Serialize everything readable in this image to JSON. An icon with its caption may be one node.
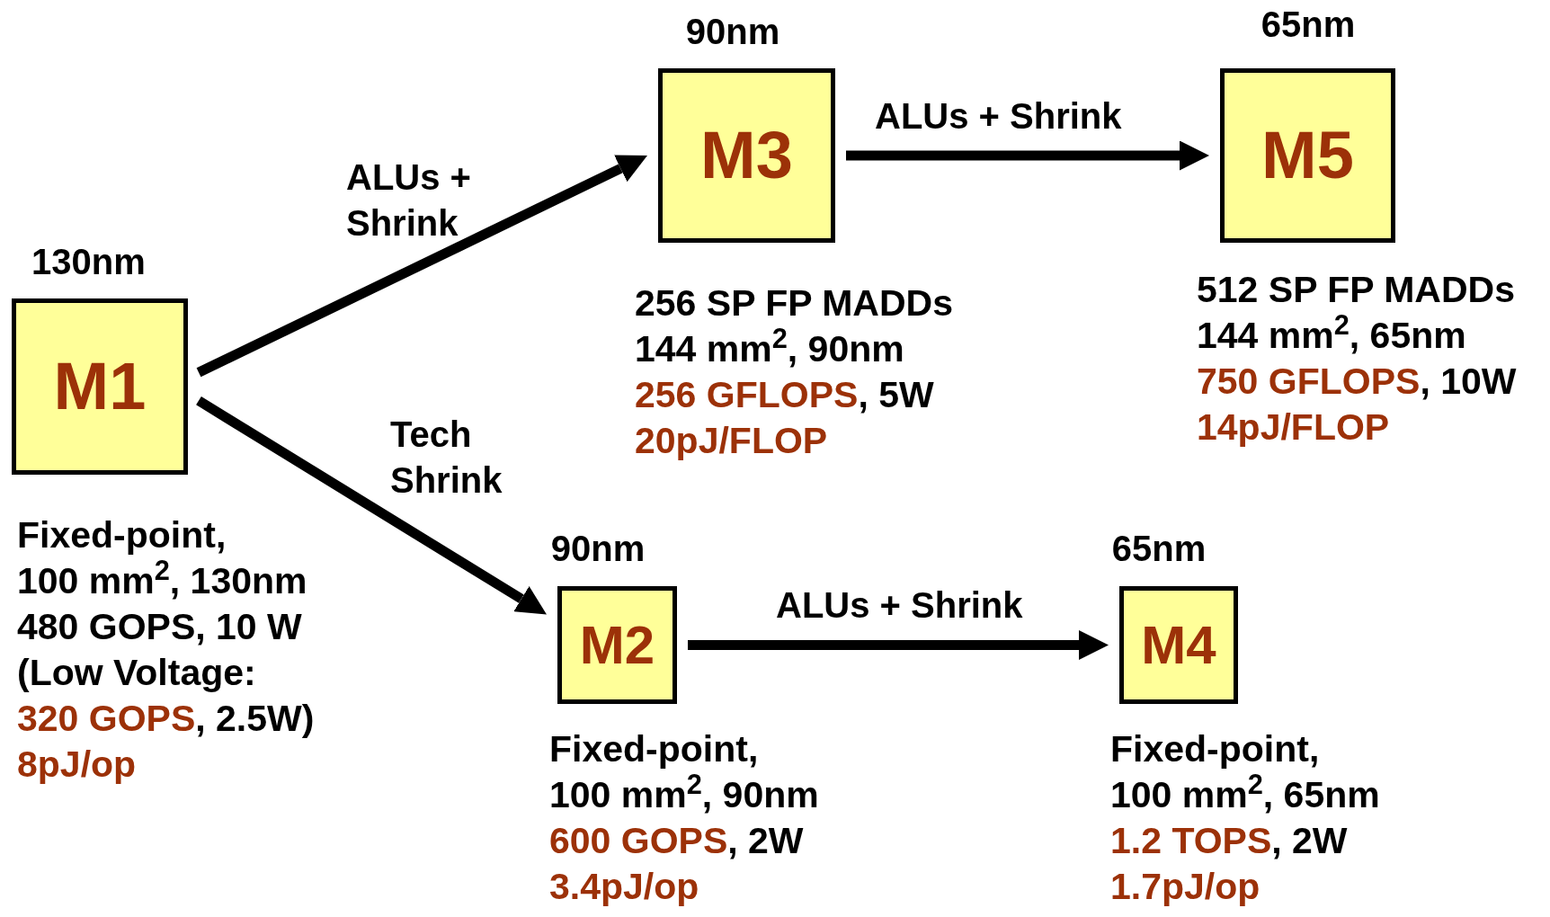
{
  "diagram": {
    "nodes": [
      {
        "text": [
          "M1"
        ],
        "beside": [
          "130nm",
          "Fixed-point,",
          "100 mm$^{2}$, 130nm",
          "480 GOPS, 10 W",
          "(Low Voltage:",
          "320 GOPS",
          ", 2.5W)",
          "8pJ/op"
        ]
      },
      {
        "text": [
          "M3"
        ],
        "beside": [
          "90nm",
          "256 SP FP MADDs",
          "144 mm$^{2}$, 90nm",
          "256 GFLOPS",
          ", 5W",
          "20pJ/FLOP"
        ]
      },
      {
        "text": [
          "M5"
        ],
        "beside": [
          "65nm",
          "512 SP FP MADDs",
          "144 mm$^{2}$, 65nm",
          "750 GFLOPS",
          ", 10W",
          "14pJ/FLOP"
        ]
      },
      {
        "text": [
          "M2"
        ],
        "beside": [
          "90nm",
          "Fixed-point,",
          "100 mm$^{2}$, 90nm",
          "600 GOPS",
          ", 2W",
          "3.4pJ/op"
        ]
      },
      {
        "text": [
          "M4"
        ],
        "beside": [
          "65nm",
          "Fixed-point,",
          "100 mm$^{2}$, 65nm",
          "1.2 TOPS",
          ", 2W",
          "1.7pJ/op"
        ]
      }
    ],
    "edges": [
      {
        "from": 0,
        "to": 1,
        "arrow": "to",
        "label": "ALUs + Shrink"
      },
      {
        "from": 0,
        "to": 3,
        "arrow": "to",
        "label": "Tech Shrink"
      },
      {
        "from": 1,
        "to": 2,
        "arrow": "to",
        "label": "ALUs + Shrink"
      },
      {
        "from": 3,
        "to": 4,
        "arrow": "to",
        "label": "ALUs + Shrink"
      }
    ]
  }
}
